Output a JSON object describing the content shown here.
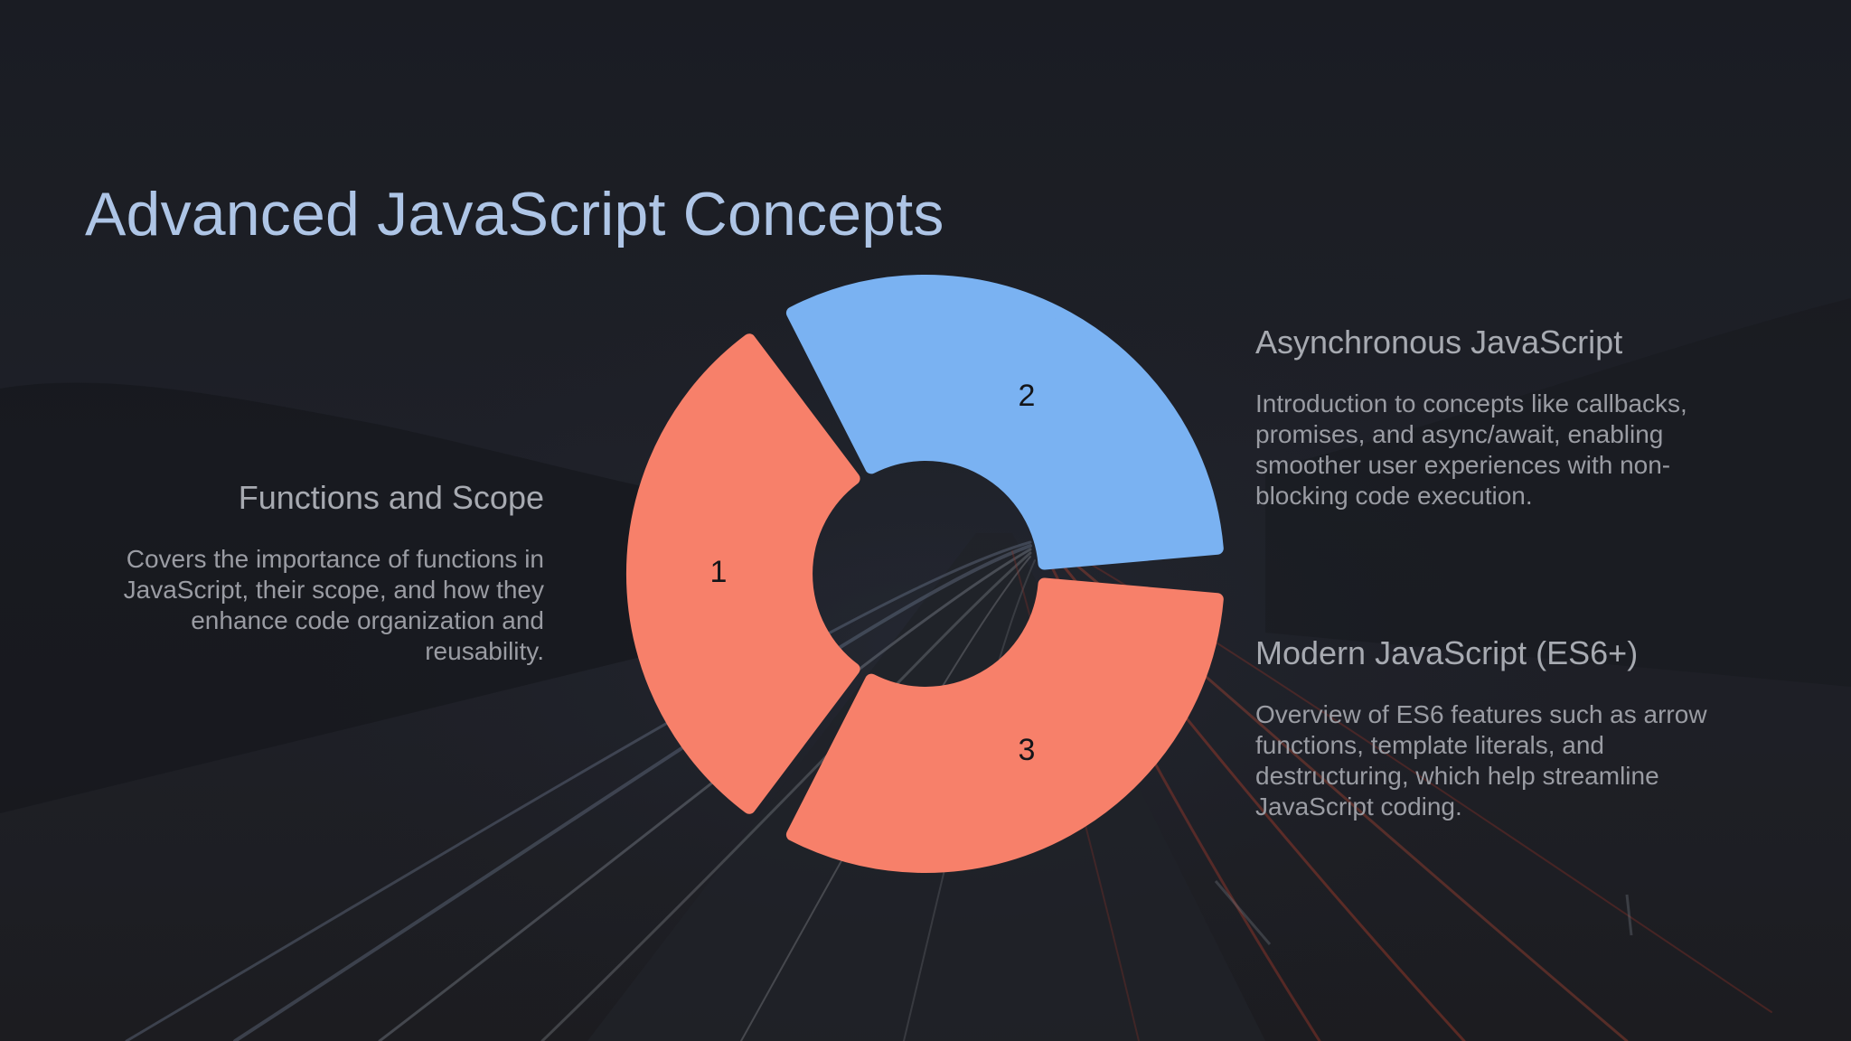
{
  "slide": {
    "title": "Advanced JavaScript Concepts"
  },
  "colors": {
    "accent_orange": "#f7806a",
    "accent_blue": "#7ab2f2",
    "title_color": "#aec5e6"
  },
  "segments": [
    {
      "number": "1",
      "color": "#f7806a",
      "heading": "Functions and Scope",
      "text": "Covers the importance of functions in JavaScript, their scope, and how they enhance code organization and reusability."
    },
    {
      "number": "2",
      "color": "#7ab2f2",
      "heading": "Asynchronous JavaScript",
      "text": "Introduction to concepts like callbacks, promises, and async/await, enabling smoother user experiences with non-blocking code execution."
    },
    {
      "number": "3",
      "color": "#f7806a",
      "heading": "Modern JavaScript (ES6+)",
      "text": "Overview of ES6 features such as arrow functions, template literals, and destructuring, which help streamline JavaScript coding."
    }
  ]
}
